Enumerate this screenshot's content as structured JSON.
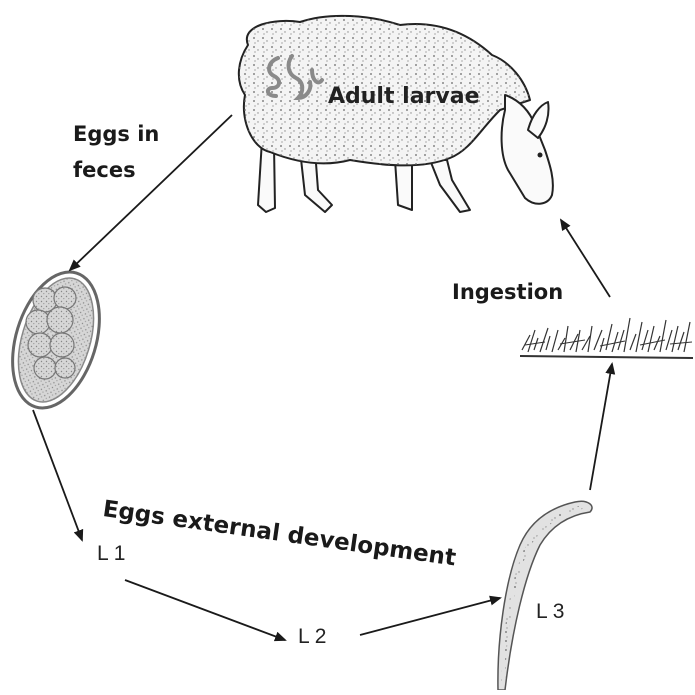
{
  "host": {
    "label": "Adult larvae",
    "icon": "worm-icon"
  },
  "steps": {
    "eggs_in_feces": [
      "Eggs in",
      "feces"
    ],
    "ingestion": "Ingestion",
    "external_development": "Eggs external development"
  },
  "stages": {
    "l1": "L 1",
    "l2": "L 2",
    "l3": "L 3"
  },
  "colors": {
    "ink": "#1a1a1a",
    "egg_fill": "#cfcfcf",
    "wool": "#f4f4f4",
    "worm": "#8a8a8a"
  }
}
